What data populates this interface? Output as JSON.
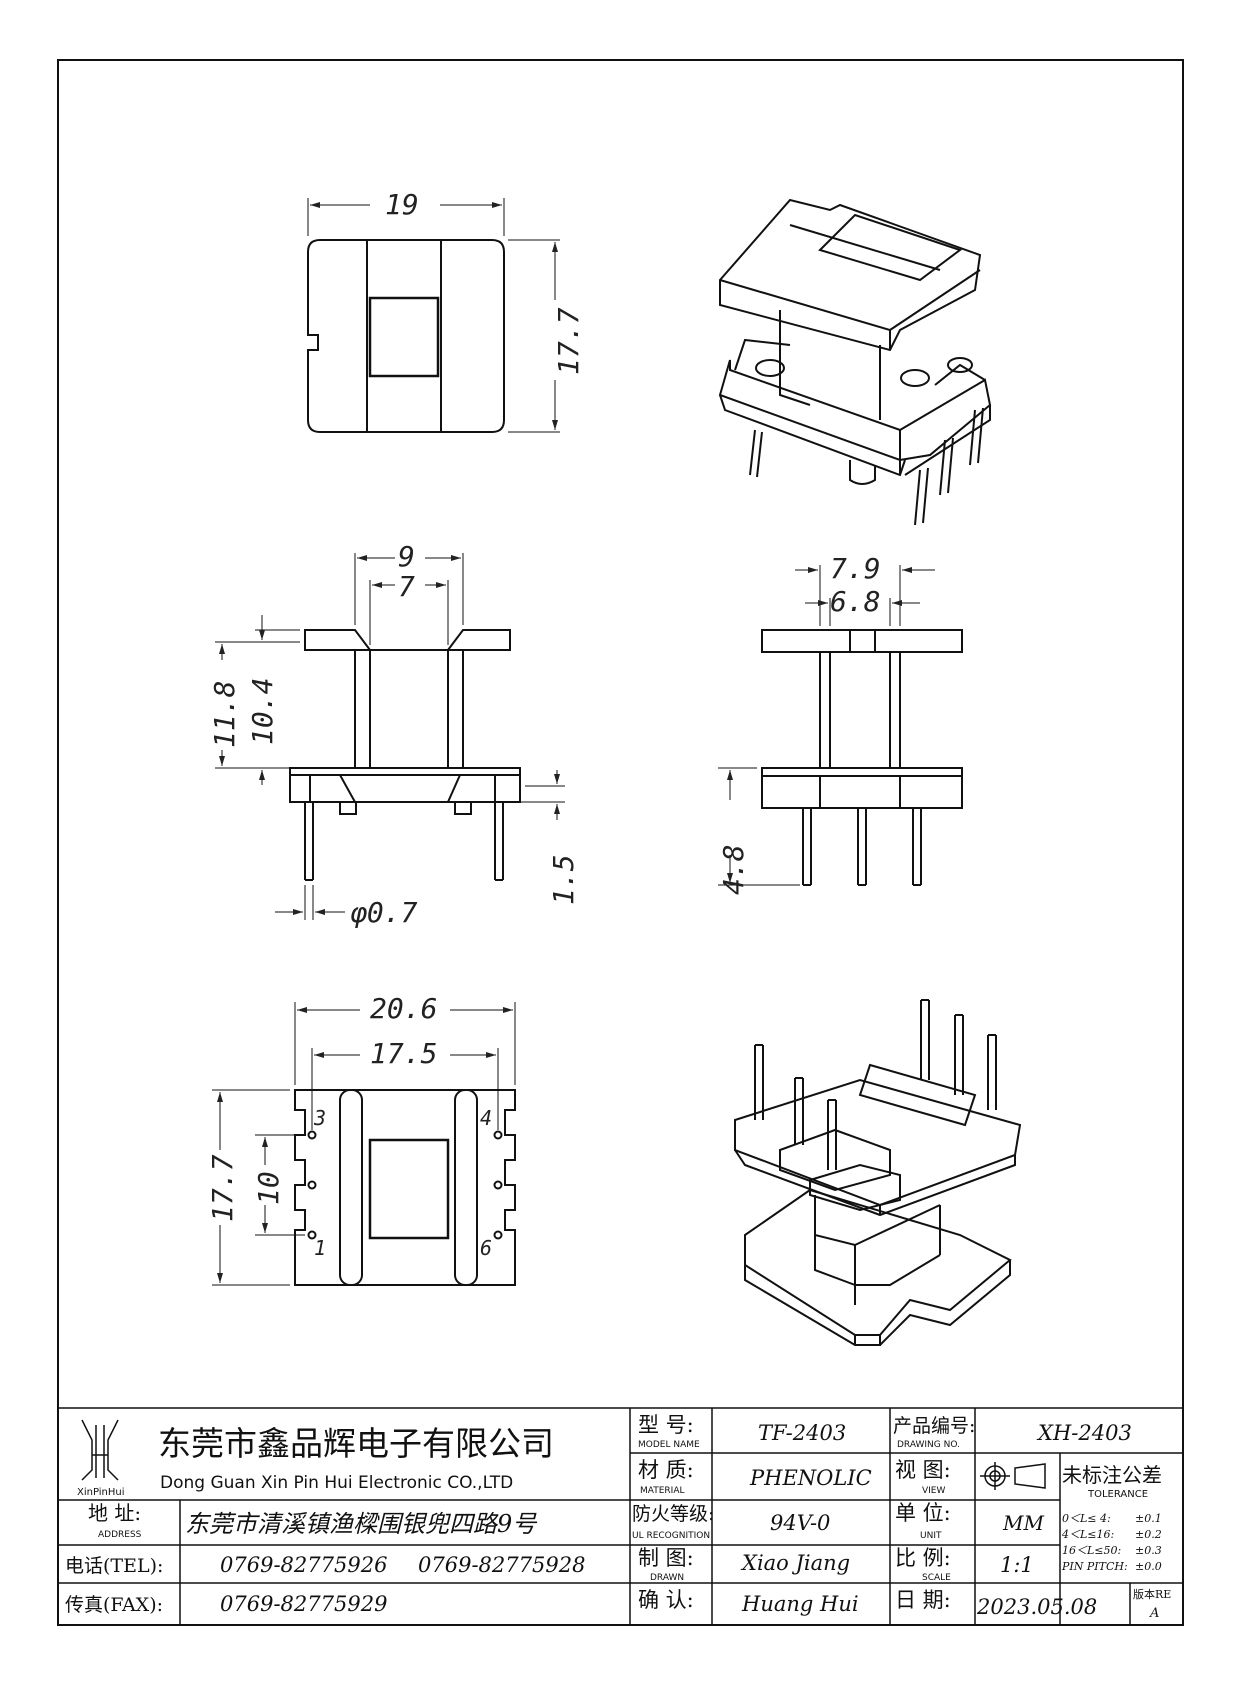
{
  "dimensions": {
    "top_width": "19",
    "top_height": "17.7",
    "front_outer_width": "9",
    "front_inner_width": "7",
    "front_height_outer": "11.8",
    "front_height_inner": "10.4",
    "pin_protrusion": "1.5",
    "pin_diameter": "φ0.7",
    "side_outer_width": "7.9",
    "side_inner_width": "6.8",
    "side_pin_height": "4.8",
    "bottom_width": "20.6",
    "bottom_pitch_width": "17.5",
    "bottom_height": "17.7",
    "bottom_pitch_height": "10"
  },
  "pin_labels": [
    "3",
    "4",
    "1",
    "6"
  ],
  "title_block": {
    "company_cn": "东莞市鑫品辉电子有限公司",
    "company_en": "Dong Guan Xin Pin Hui Electronic CO.,LTD",
    "logo_text": "XinPinHui",
    "address_label_cn": "地  址:",
    "address_label_en": "ADDRESS",
    "address_value": "东莞市清溪镇渔樑围银兜四路9号",
    "tel_label": "电话(TEL):",
    "tel_value1": "0769-82775926",
    "tel_value2": "0769-82775928",
    "fax_label": "传真(FAX):",
    "fax_value": "0769-82775929",
    "model_label_cn": "型  号:",
    "model_label_en": "MODEL NAME",
    "model_value": "TF-2403",
    "material_label_cn": "材  质:",
    "material_label_en": "MATERIAL",
    "material_value": "PHENOLIC",
    "ul_label_cn": "防火等级:",
    "ul_label_en": "UL RECOGNITION",
    "ul_value": "94V-0",
    "drawn_label_cn": "制  图:",
    "drawn_label_en": "DRAWN",
    "drawn_value": "Xiao Jiang",
    "confirm_label_cn": "确  认:",
    "confirm_value": "Huang Hui",
    "drawing_no_label_cn": "产品编号:",
    "drawing_no_label_en": "DRAWING NO.",
    "drawing_no_value": "XH-2403",
    "view_label_cn": "视  图:",
    "view_label_en": "VIEW",
    "unit_label_cn": "单  位:",
    "unit_label_en": "UNIT",
    "unit_value": "MM",
    "scale_label_cn": "比  例:",
    "scale_label_en": "SCALE",
    "scale_value": "1:1",
    "date_label_cn": "日  期:",
    "date_value": "2023.05.08",
    "tolerance_title_cn": "未标注公差",
    "tolerance_title_en": "TOLERANCE",
    "tol1": "0＜L≤ 4:",
    "tol1v": "±0.1",
    "tol2": "4＜L≤16:",
    "tol2v": "±0.2",
    "tol3": "16＜L≤50:",
    "tol3v": "±0.3",
    "tol4": "PIN PITCH:",
    "tol4v": "±0.0",
    "rev_label": "版本RE",
    "rev_value": "A"
  }
}
